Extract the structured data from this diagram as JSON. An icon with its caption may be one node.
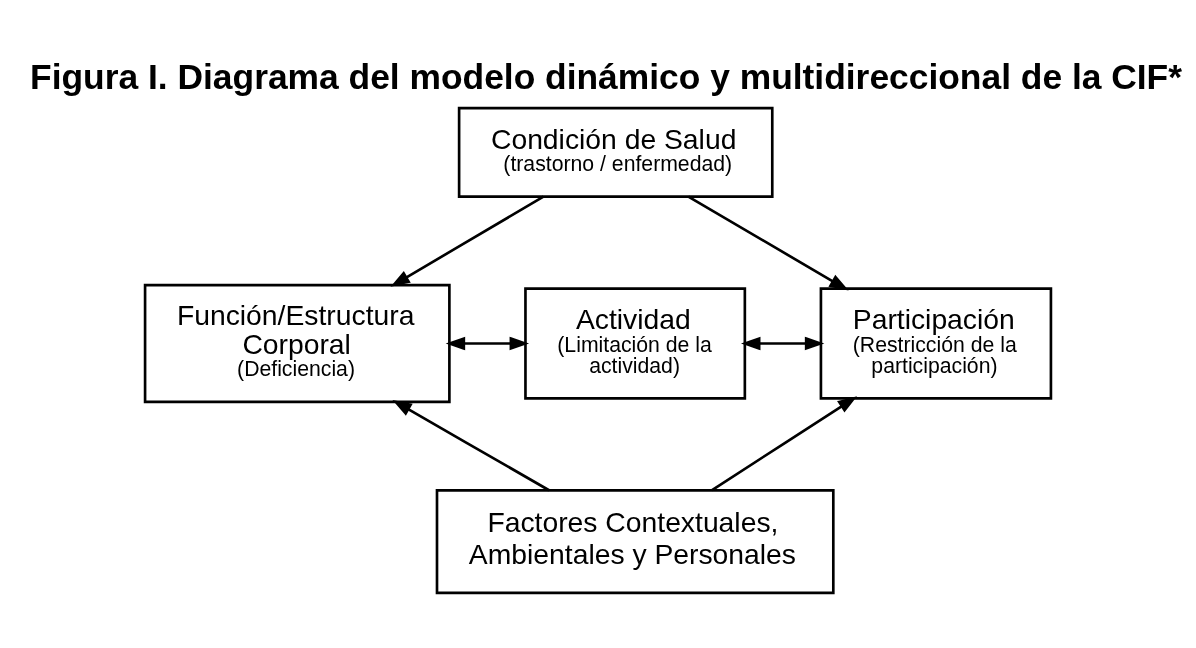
{
  "diagram": {
    "title": "Figura I. Diagrama del modelo dinámico y multidireccional de la CIF*",
    "nodes": [
      {
        "text": [
          "Condición de Salud",
          "(trastorno / enfermedad)"
        ]
      },
      {
        "text": [
          "Función/Estructura Corporal",
          "(Deficiencia)"
        ]
      },
      {
        "text": [
          "Actividad",
          "(Limitación de la actividad)"
        ]
      },
      {
        "text": [
          "Participación",
          "(Restricción de la participación)"
        ]
      },
      {
        "text": [
          "Factores Contextuales, Ambientales y Personales"
        ]
      }
    ],
    "edges": [
      {
        "from": 0,
        "to": 1,
        "arrow": "to"
      },
      {
        "from": 0,
        "to": 3,
        "arrow": "to"
      },
      {
        "from": 1,
        "to": 2,
        "arrow": "both"
      },
      {
        "from": 2,
        "to": 3,
        "arrow": "both"
      },
      {
        "from": 4,
        "to": 1,
        "arrow": "to"
      },
      {
        "from": 4,
        "to": 3,
        "arrow": "to"
      }
    ]
  }
}
